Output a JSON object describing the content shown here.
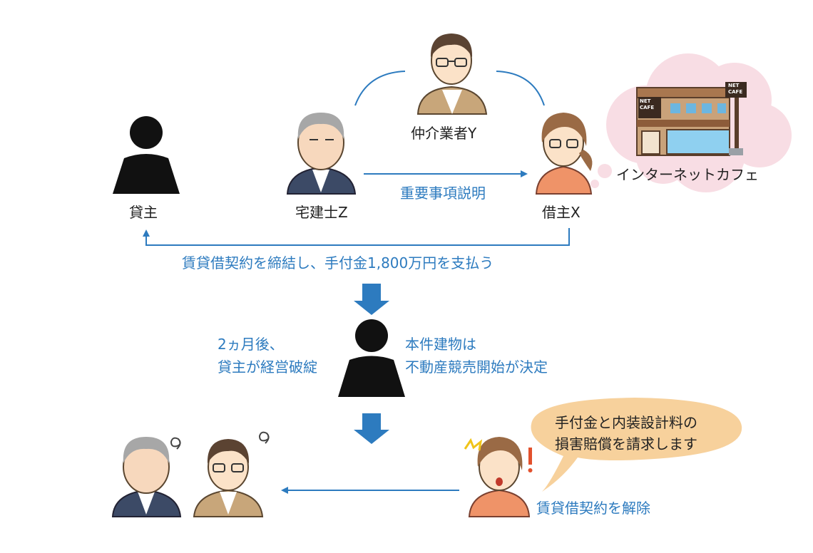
{
  "labels": {
    "lessor": "貸主",
    "broker": "仲介業者Y",
    "agent": "宅建士Z",
    "borrower": "借主X",
    "cafe": "インターネットカフェ",
    "explanation": "重要事項説明",
    "contract": "賃貸借契約を締結し、手付金1,800万円を支払う",
    "bankrupt": "2ヵ月後、\n貸主が経営破綻",
    "auction": "本件建物は\n不動産競売開始が決定",
    "claim": "手付金と内装設計料の\n損害賠償を請求します",
    "cancel": "賃貸借契約を解除"
  },
  "sign_text": {
    "cafe_sign": "NET\nCAFE",
    "pole_sign": "NET\nCAFE"
  },
  "colors": {
    "accent_blue": "#2d7bbf",
    "text_dark": "#222222",
    "bubble_orange": "#f7d19c",
    "cloud_pink": "#f8dde4",
    "silhouette": "#111111"
  },
  "icons": [
    "person-silhouette",
    "old-man",
    "glasses-man",
    "woman",
    "net-cafe-building",
    "down-arrow",
    "speech-bubble",
    "thought-cloud"
  ]
}
